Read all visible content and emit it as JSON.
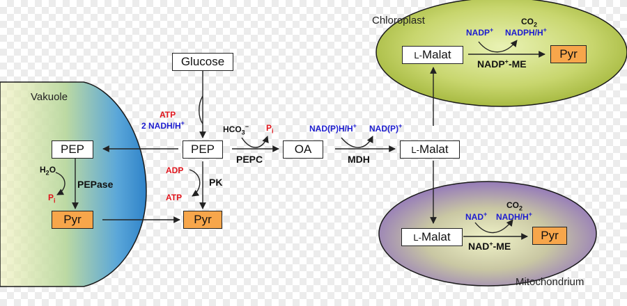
{
  "regions": {
    "vacuole": "Vakuole",
    "chloroplast": "Chloroplast",
    "mitochondrium": "Mitochondrium"
  },
  "metabolites": {
    "glucose": "Glucose",
    "pep_cytosol": "PEP",
    "pep_vacuole": "PEP",
    "pyr_vacuole": "Pyr",
    "pyr_cytosol": "Pyr",
    "oa": "OA",
    "malat_cytosol": "Malat",
    "malat_chloroplast": "Malat",
    "malat_mito": "Malat",
    "pyr_chloroplast": "Pyr",
    "pyr_mito": "Pyr",
    "l_prefix": "L-"
  },
  "enzymes": {
    "pepase": "PEPase",
    "pk": "PK",
    "pepc": "PEPC",
    "mdh": "MDH",
    "nadp_me": "NADP",
    "nadp_me_suffix": "-ME",
    "nad_me": "NAD",
    "nad_me_suffix": "-ME",
    "plus": "+"
  },
  "cofactors": {
    "glycolysis_atp": "ATP",
    "glycolysis_nadh": "2 NADH/H",
    "pk_adp": "ADP",
    "pk_atp": "ATP",
    "h2o_h": "H",
    "h2o_sub": "2",
    "h2o_o": "O",
    "pi_p": "P",
    "pi_i": "i",
    "hco3": "HCO",
    "hco3_sub": "3",
    "hco3_sup": "−",
    "mdh_in": "NAD(P)H/H",
    "mdh_out": "NAD(P)",
    "chl_in": "NADP",
    "chl_out": "NADPH/H",
    "mito_in": "NAD",
    "mito_out": "NADH/H",
    "co2_c": "CO",
    "co2_sub": "2",
    "plus": "+"
  },
  "colors": {
    "red": "#e0141b",
    "blue": "#1c1ccf",
    "pyr_fill": "#f7a64b",
    "vacuole_blue": "#3a8fd8",
    "chloroplast_green": "#b7c94a",
    "mito_purple": "#8a6fae"
  }
}
